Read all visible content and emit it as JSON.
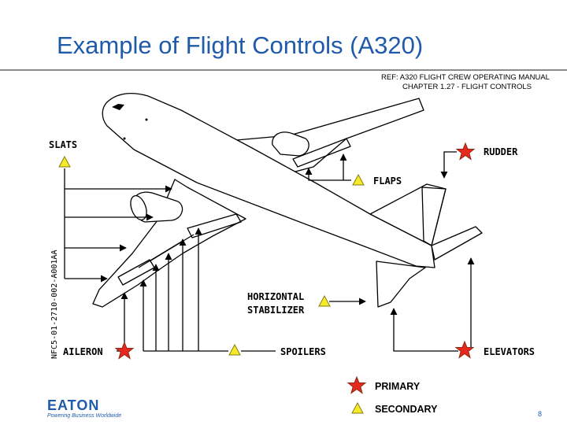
{
  "slide": {
    "title": "Example of Flight Controls (A320)",
    "ref_line1": "REF:  A320 FLIGHT CREW OPERATING MANUAL",
    "ref_line2": "CHAPTER 1.27 - FLIGHT CONTROLS",
    "page_number": "8"
  },
  "diagram": {
    "labels": {
      "slats": "SLATS",
      "rudder": "RUDDER",
      "flaps": "FLAPS",
      "horizontal_stabilizer_line1": "HORIZONTAL",
      "horizontal_stabilizer_line2": "STABILIZER",
      "aileron": "AILERON",
      "spoilers": "SPOILERS",
      "elevators": "ELEVATORS"
    },
    "drawing_code": "NFC5-01-2710-002-A001AA"
  },
  "legend": {
    "primary": "PRIMARY",
    "secondary": "SECONDARY"
  },
  "logo": {
    "name": "EATON",
    "tagline": "Powering Business Worldwide"
  },
  "colors": {
    "title": "#1f5ba9",
    "primary_star_fill": "#e8281e",
    "primary_star_stroke": "#8a2a10",
    "secondary_triangle_fill": "#f4ec2a",
    "secondary_triangle_stroke": "#8a7a10"
  }
}
